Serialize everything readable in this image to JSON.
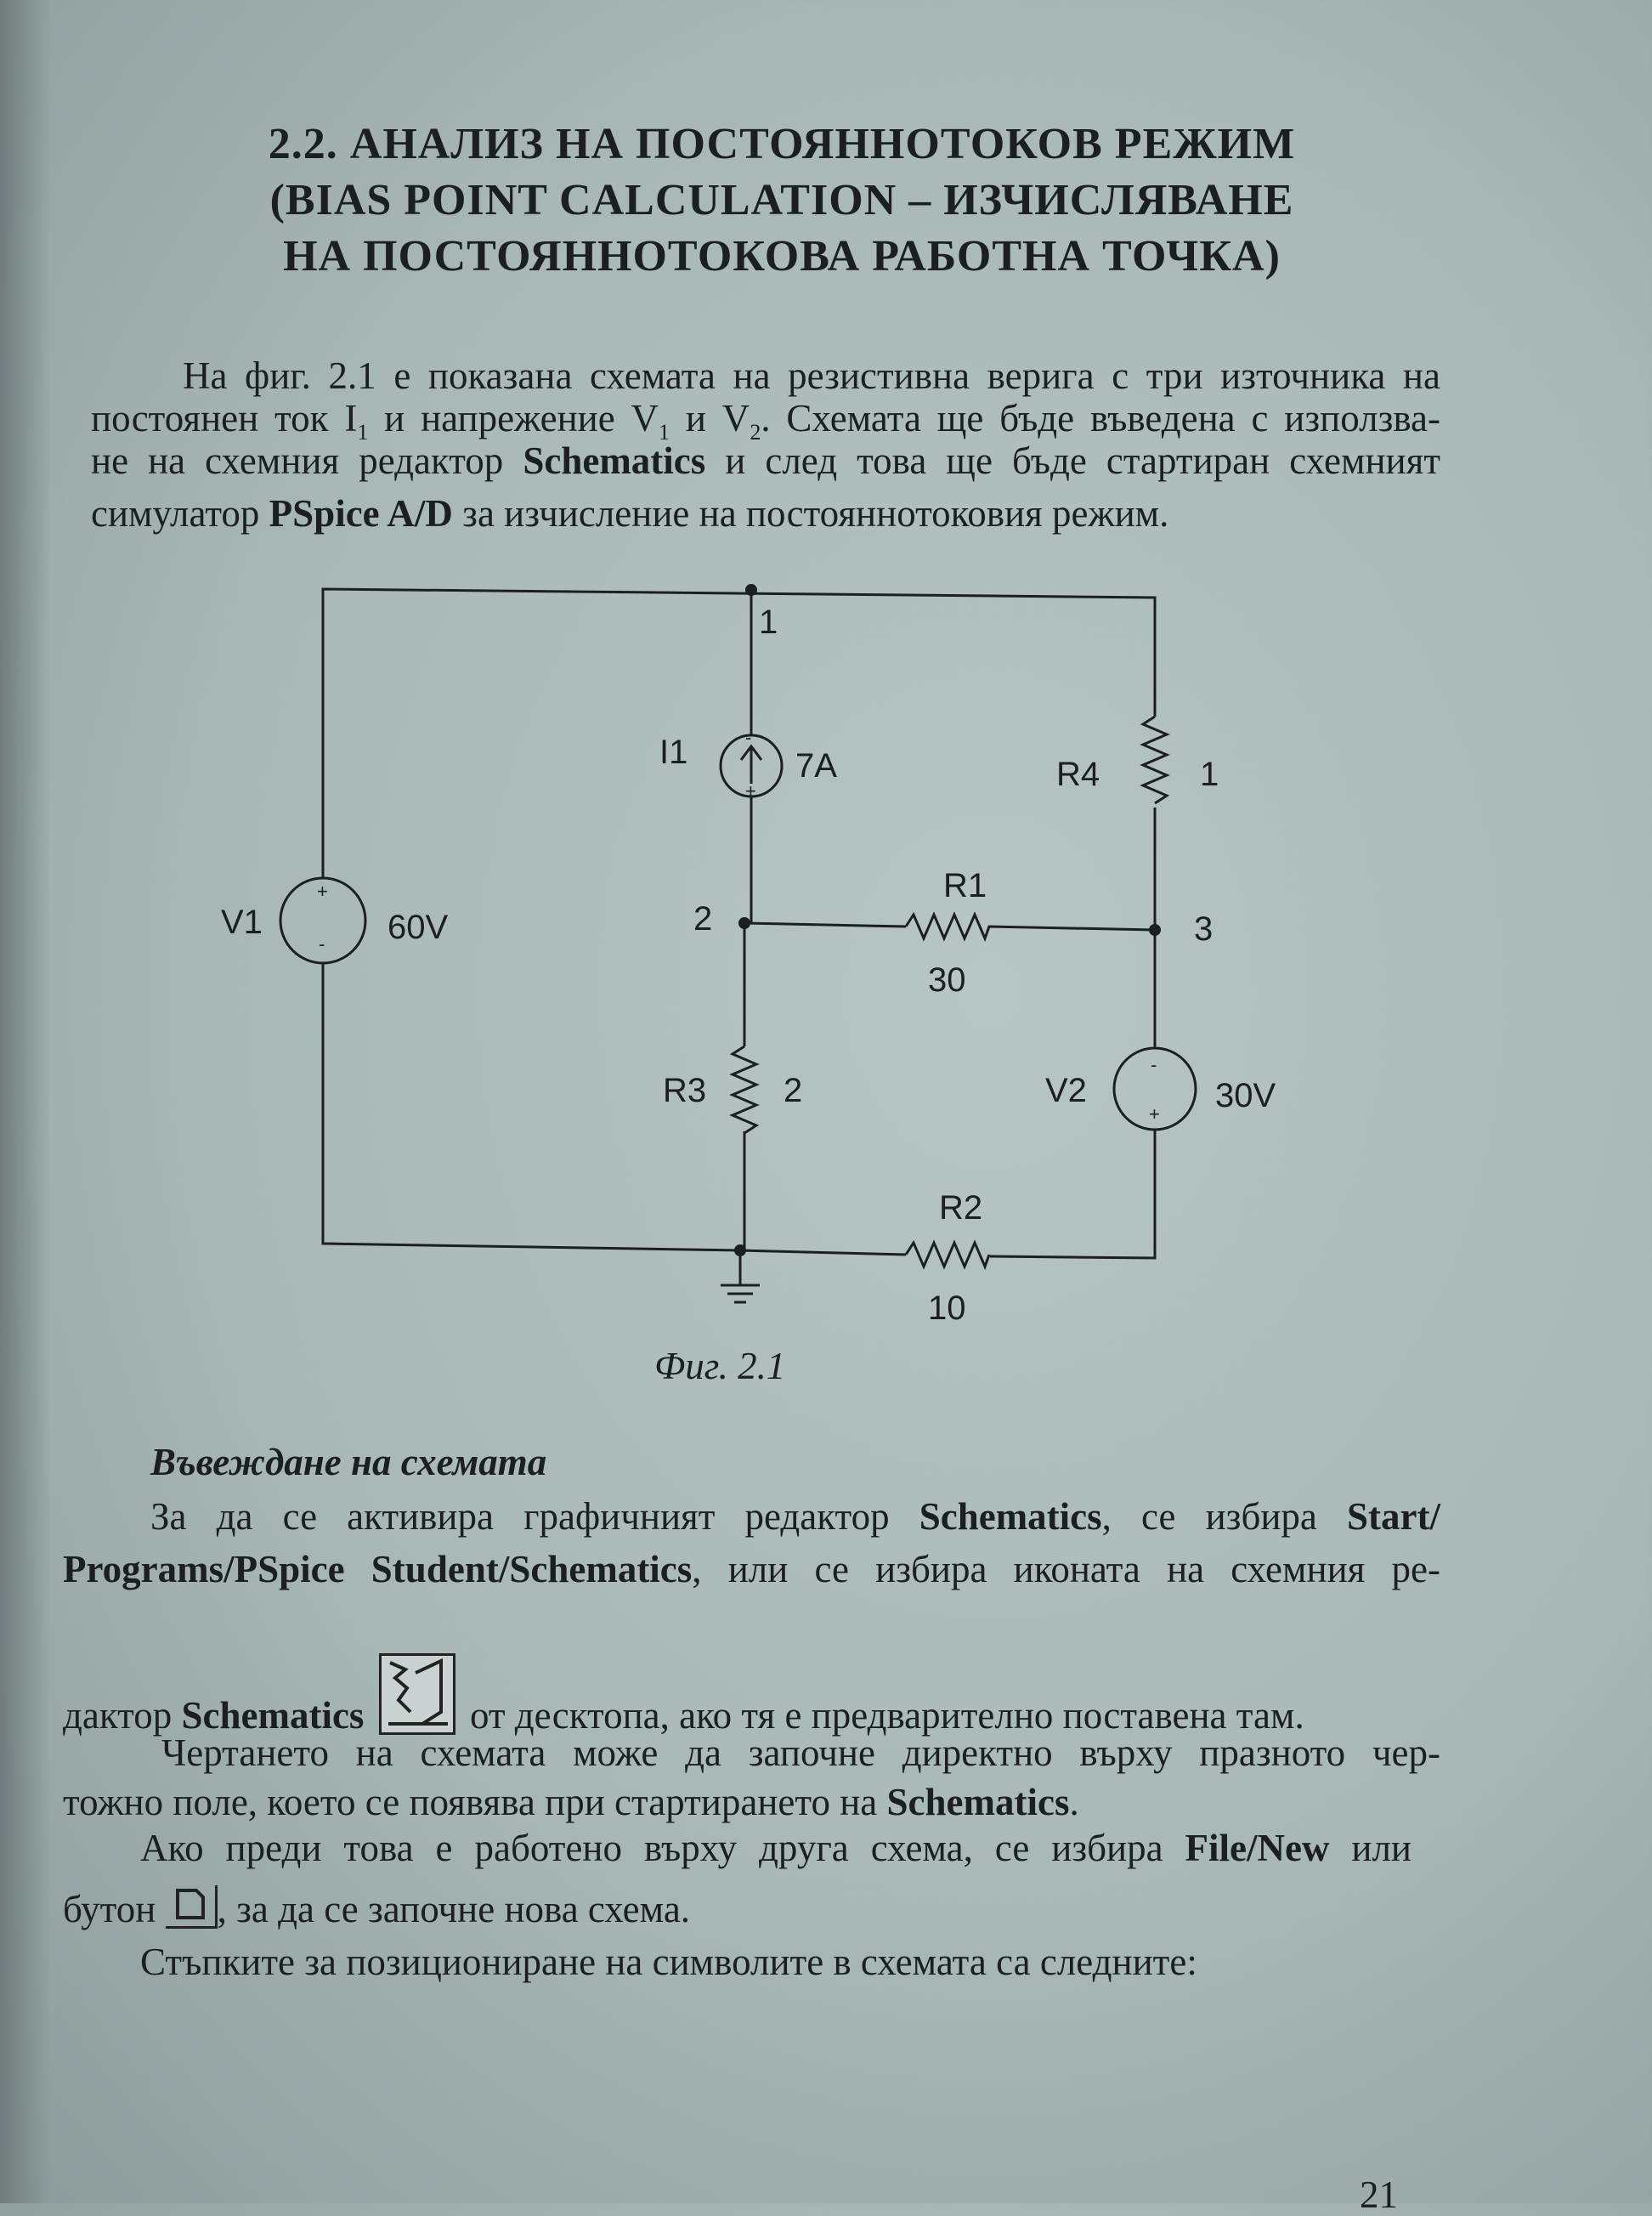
{
  "heading": {
    "line1": "2.2. АНАЛИЗ НА ПОСТОЯННОТОКОВ РЕЖИМ",
    "line2": "(BIAS POINT CALCULATION – ИЗЧИСЛЯВАНЕ",
    "line3": "НА ПОСТОЯННОТОКОВА РАБОТНА ТОЧКА)"
  },
  "intro": {
    "l1": "На фиг. 2.1 е показана схемата на резистивна верига с три източника на",
    "l2a": "постоянен ток I",
    "l2s1": "1",
    "l2b": " и напрежение V",
    "l2s2": "1",
    "l2c": " и V",
    "l2s3": "2",
    "l2d": ". Схемата ще бъде въведена с използва-",
    "l3a": "не на схемния редактор ",
    "l3b": "Schematics",
    "l3c": " и след това ще бъде стартиран схемният",
    "l4a": "симулатор ",
    "l4b": "PSpice A/D",
    "l4c": " за изчисление на постояннотоковия режим."
  },
  "circuit": {
    "nodes": [
      "1",
      "2",
      "3"
    ],
    "I1": {
      "name": "I1",
      "value": "7A"
    },
    "V1": {
      "name": "V1",
      "value": "60V"
    },
    "V2": {
      "name": "V2",
      "value": "30V"
    },
    "R1": {
      "name": "R1",
      "value": "30"
    },
    "R2": {
      "name": "R2",
      "value": "10"
    },
    "R3": {
      "name": "R3",
      "value": "2"
    },
    "R4": {
      "name": "R4",
      "value": "1"
    },
    "plus": "+",
    "minus": "-"
  },
  "caption": "Фиг. 2.1",
  "section": {
    "title": "Въвеждане на схемата",
    "p1l1a": "За да се активира графичният редактор ",
    "p1l1b": "Schematics",
    "p1l1c": ", се избира ",
    "p1l1d": "Start/",
    "p1l2a": "Programs/PSpice Student/Schematics",
    "p1l2b": ", или се избира иконата на схемния ре-",
    "p1l3a": "дактор ",
    "p1l3b": "Schematics",
    "p1l3c": " от десктопа, ако тя е предварително поставена там.",
    "p2l1": "Чертането на схемата може да започне директно върху празното чер-",
    "p2l2a": "тожно поле, което се появява при стартирането на ",
    "p2l2b": "Schematics",
    ".": ".",
    "p3l1a": "Ако преди това е работено върху друга схема, се избира ",
    "p3l1b": "File/New",
    "p3l1c": " или",
    "p3l2a": "бутон ",
    "p3l2b": ", за да се започне нова схема.",
    "p4": "Стъпките за позициониране на символите в схемата са следните:"
  },
  "page_number": "21"
}
